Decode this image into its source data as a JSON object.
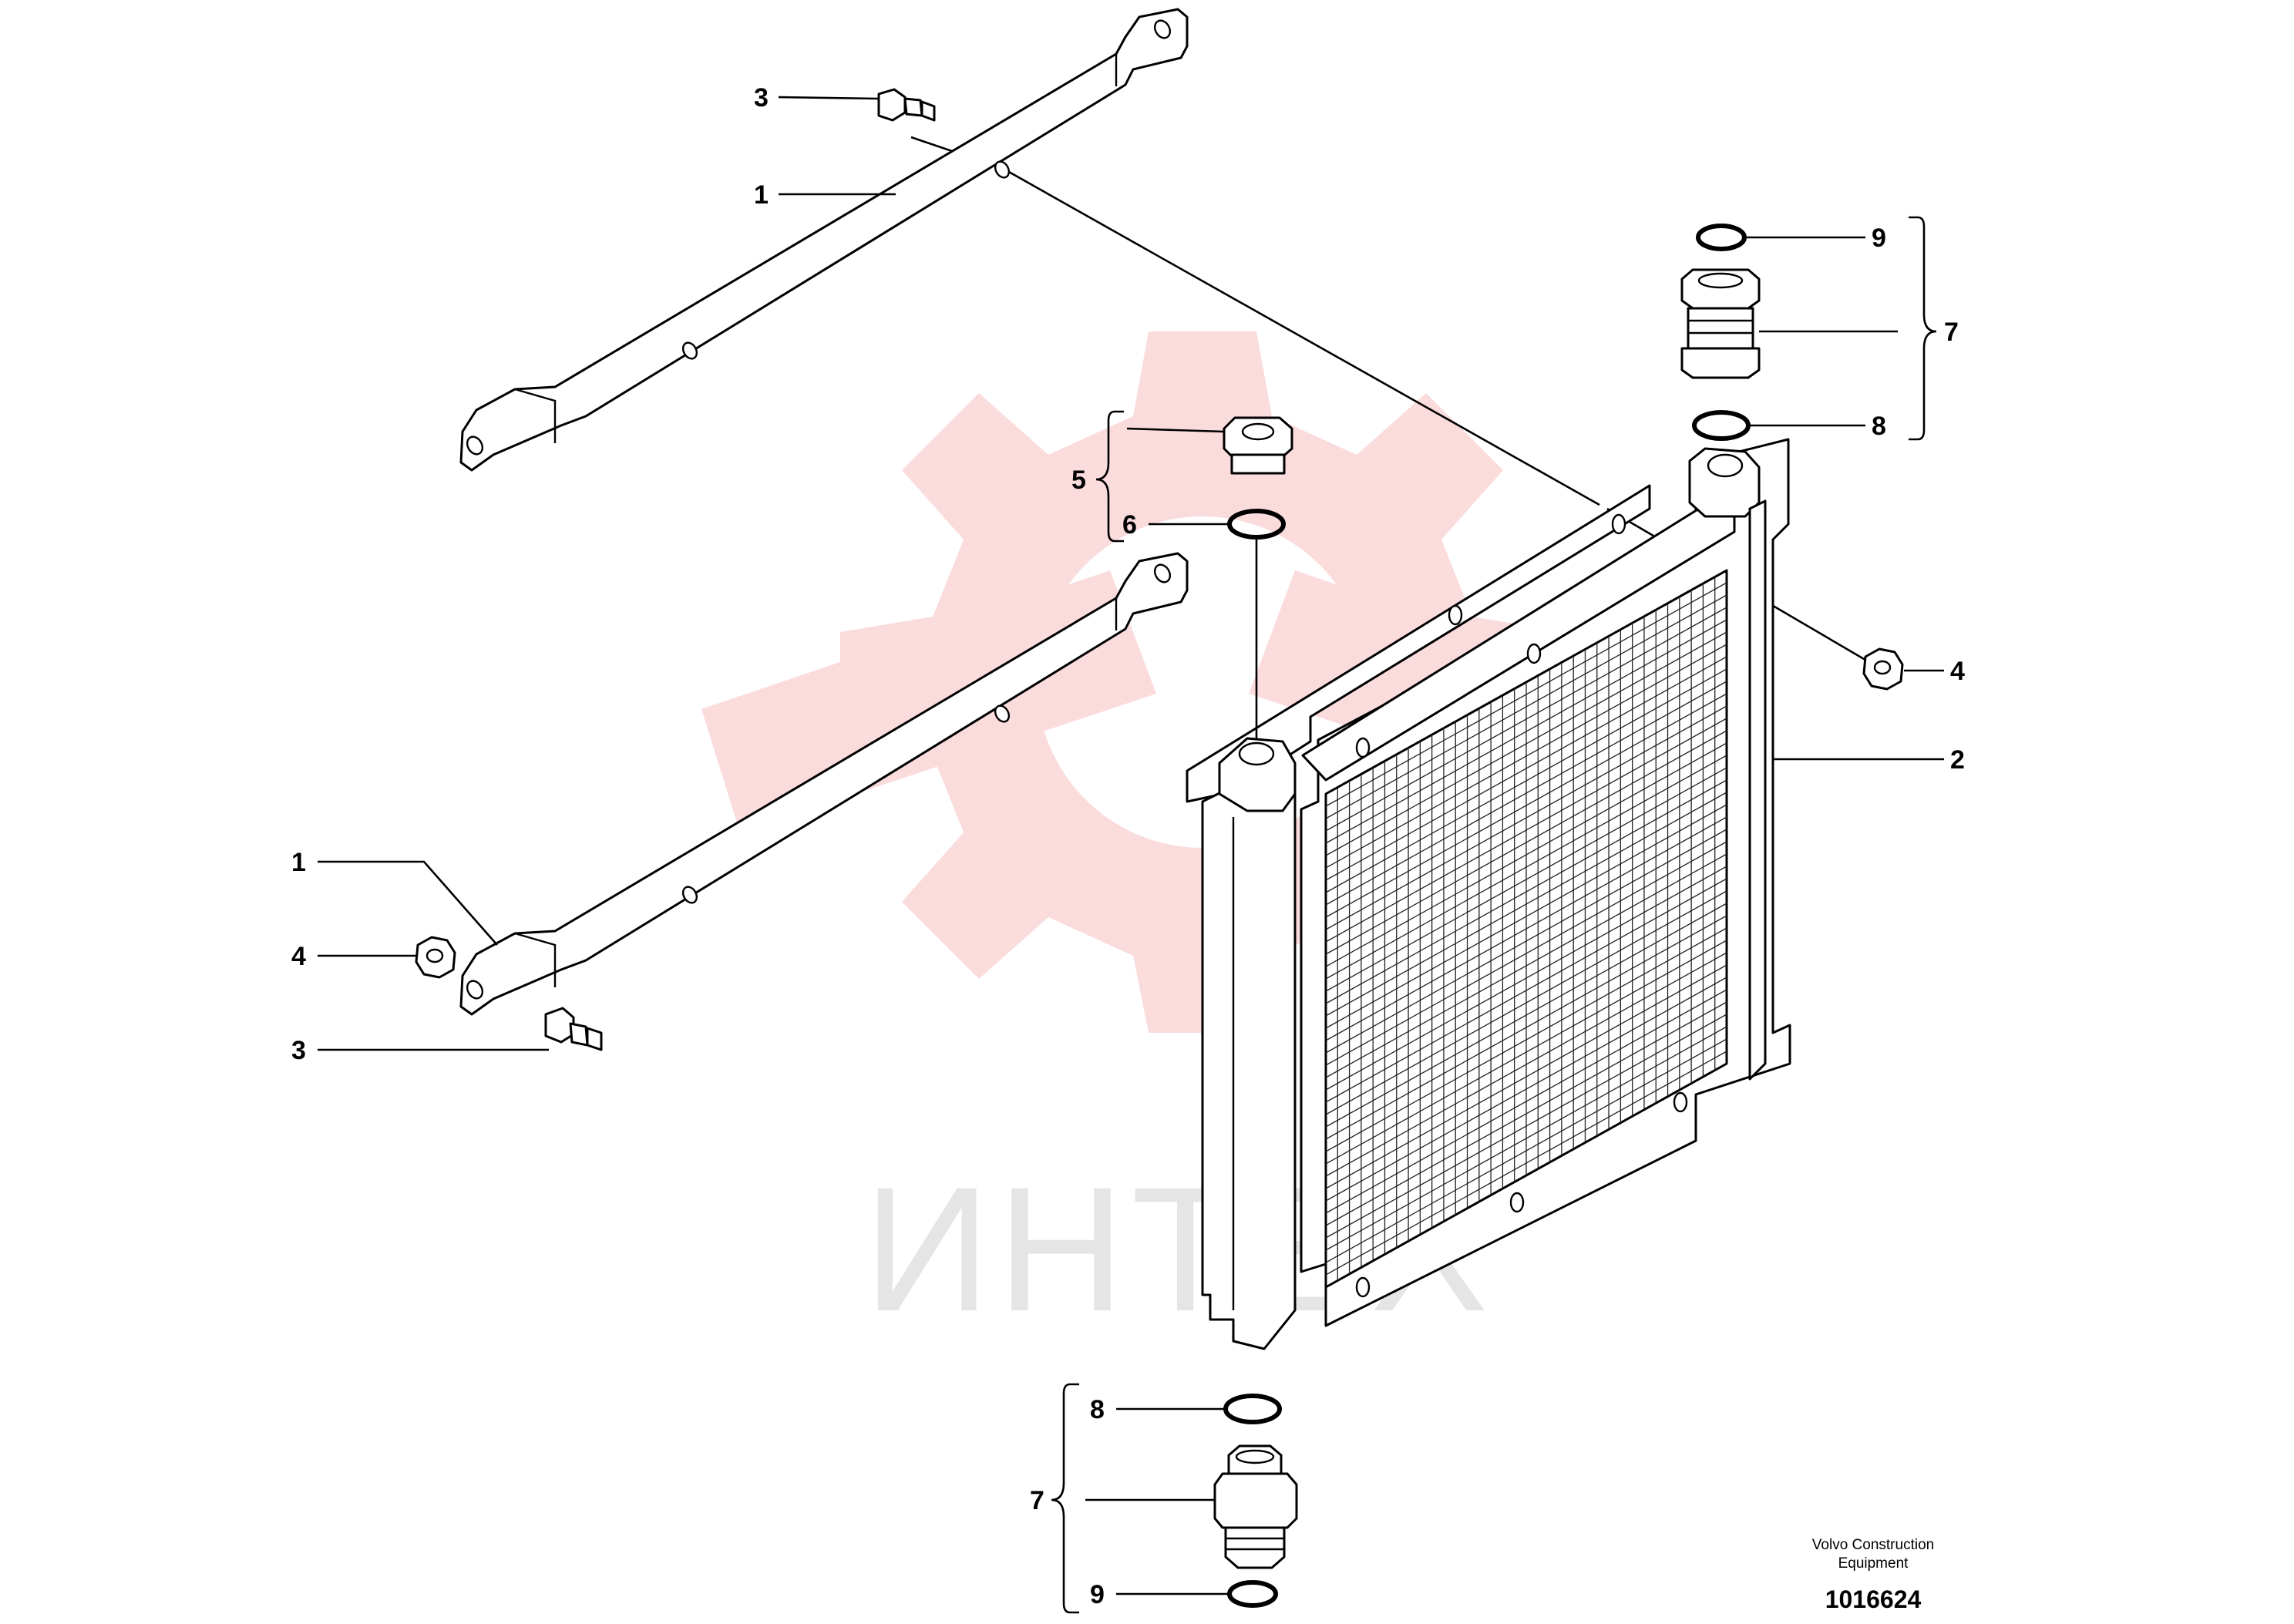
{
  "diagram": {
    "credit_line1": "Volvo Construction",
    "credit_line2": "Equipment",
    "document_number": "1016624",
    "callouts": {
      "c1_top": "1",
      "c1_bottom": "1",
      "c2": "2",
      "c3_top": "3",
      "c3_bottom": "3",
      "c4_right": "4",
      "c4_left": "4",
      "c5": "5",
      "c6": "6",
      "c7_top": "7",
      "c7_bottom": "7",
      "c8_top": "8",
      "c8_bottom": "8",
      "c9_top": "9",
      "c9_bottom": "9"
    }
  },
  "watermark": {
    "text": "ИНТЕХ",
    "gear_color": "#fbd9da"
  }
}
